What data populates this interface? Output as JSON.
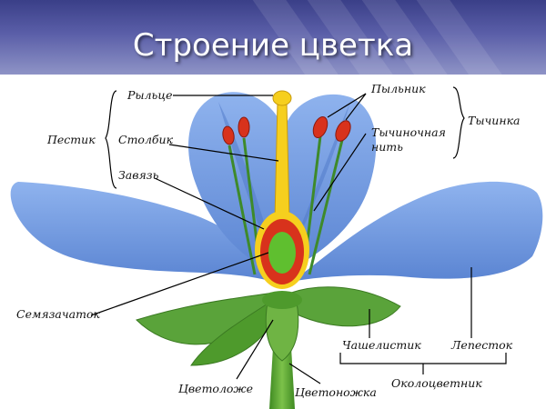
{
  "title": "Строение цветка",
  "labels": {
    "stigma": "Рыльце",
    "anther": "Пыльник",
    "pistil": "Пестик",
    "style": "Столбик",
    "filament_line1": "Тычиночная",
    "filament_line2": "нить",
    "stamen": "Тычинка",
    "ovary": "Завязь",
    "ovule": "Семязачаток",
    "sepal": "Чашелистик",
    "petal": "Лепесток",
    "perianth": "Околоцветник",
    "receptacle": "Цветоложе",
    "pedicel": "Цветоножка"
  },
  "colors": {
    "header": "#4a4f98",
    "petal": "#6f9ae0",
    "petal_dark": "#4d78c8",
    "stem": "#4e9a2c",
    "sepal": "#5aa33a",
    "style": "#f6cf1e",
    "ovary_red": "#d8321c",
    "ovule_green": "#5fbf2f",
    "anther": "#d8321c"
  }
}
